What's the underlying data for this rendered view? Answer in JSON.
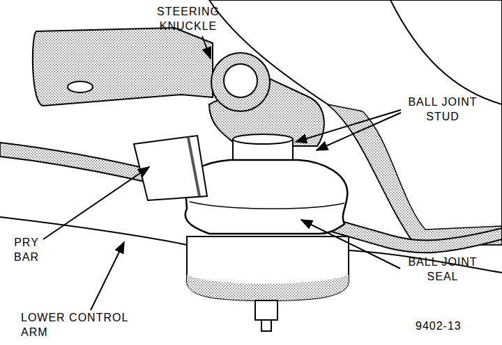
{
  "diagram": {
    "labels": [
      "STEERING KNUCKLE",
      "BALL JOINT STUD",
      "PRY BAR",
      "BALL JOINT SEAL",
      "LOWER CONTROL ARM",
      "9402-13"
    ]
  }
}
